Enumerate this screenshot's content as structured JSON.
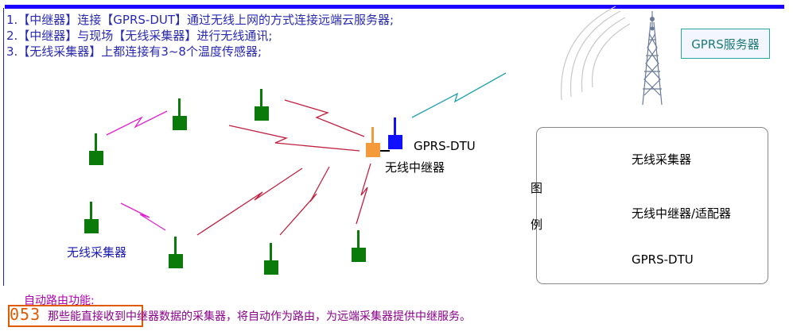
{
  "description": {
    "line1": "1.【中继器】连接【GPRS-DUT】通过无线上网的方式连接远端云服务器;",
    "line2": "2.【中继器】与现场【无线采集器】进行无线通讯;",
    "line3": "3.【无线采集器】上都连接有3~8个温度传感器;"
  },
  "server": {
    "label": "GPRS服务器"
  },
  "diagram": {
    "dtu_label": "GPRS-DTU",
    "repeater_label": "无线中继器",
    "collector_label": "无线采集器"
  },
  "legend": {
    "title_top": "图",
    "title_bottom": "例",
    "items": [
      {
        "label": "无线采集器"
      },
      {
        "label": "无线中继器/适配器"
      },
      {
        "label": "GPRS-DTU"
      }
    ]
  },
  "auto_routing": {
    "title": "自动路由功能:",
    "text": "那些能直接收到中继器数据的采集器，将自动作为路由，为远端采集器提供中继服务。",
    "phone": "053"
  },
  "colors": {
    "collector": "#0a7a0a",
    "repeater": "#f59a3a",
    "dtu": "#1010ff",
    "link_magenta": "#e020d0",
    "link_red": "#c02040",
    "link_cyan": "#20a0b0",
    "text_blue": "#2a2ab0"
  }
}
